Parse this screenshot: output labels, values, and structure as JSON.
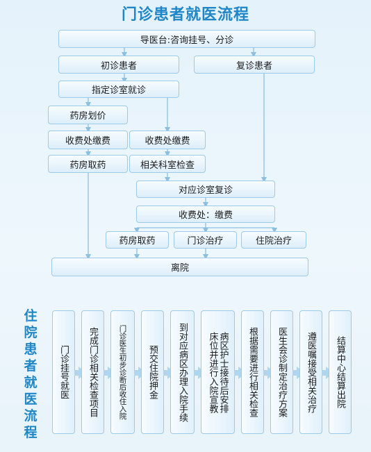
{
  "title": "门诊患者就医流程",
  "outpatient": {
    "reception": "导医台:咨询挂号、分诊",
    "first_visit": "初诊患者",
    "return_visit": "复诊患者",
    "designated_clinic": "指定诊室就诊",
    "pharmacy_pricing": "药房划价",
    "cashier_left": "收费处缴费",
    "cashier_right": "收费处缴费",
    "pharmacy_pickup_left": "药房取药",
    "related_exam": "相关科室检查",
    "clinic_revisit": "对应诊室复诊",
    "cashier_payment": "收费处：缴费",
    "pharmacy_pickup": "药房取药",
    "outpatient_treatment": "门诊治疗",
    "inpatient_treatment": "住院治疗",
    "discharge": "离院"
  },
  "inpatient": {
    "title": "住院患者就医流程",
    "steps": [
      "门诊挂号就医",
      "完成门诊相关检查项目",
      "门诊医生初步诊断后收住入院",
      "预交住院押金",
      "到对应病区办理入院手续",
      "床位并进行入院宣教",
      "病区护士接待后安排",
      "根据需要进行相关检查",
      "医生会诊制定治疗方案",
      "遵医嘱接受相关治疗",
      "结算中心结算出院"
    ]
  },
  "colors": {
    "title": "#1f86c8",
    "box_border": "#9ccbe8",
    "line": "#8cbfe0",
    "arrow": "#aed6ef"
  }
}
